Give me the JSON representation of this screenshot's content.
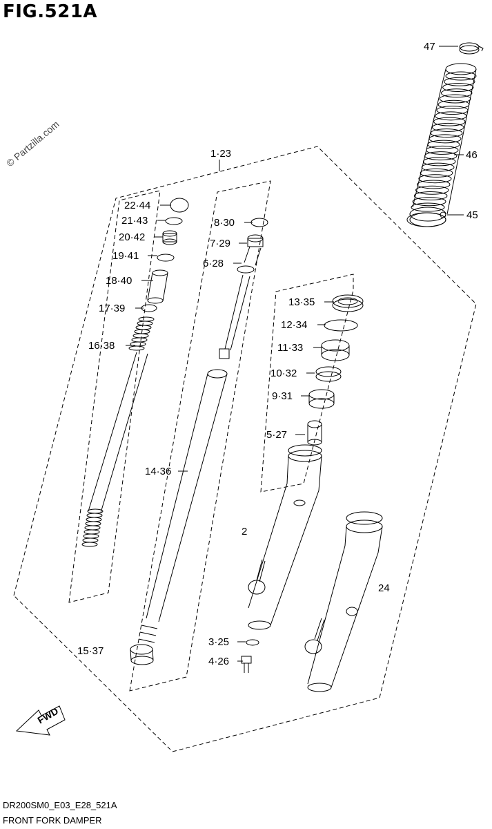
{
  "figure": {
    "title": "FIG.521A",
    "watermark": "© Partzilla.com",
    "code": "DR200SM0_E03_E28_521A",
    "caption": "FRONT FORK DAMPER",
    "fwd_label": "FWD"
  },
  "callouts": [
    {
      "id": "c47",
      "text": "47"
    },
    {
      "id": "c46",
      "text": "46"
    },
    {
      "id": "c45",
      "text": "45"
    },
    {
      "id": "c123",
      "text": "1·23"
    },
    {
      "id": "c2244",
      "text": "22·44"
    },
    {
      "id": "c2143",
      "text": "21·43"
    },
    {
      "id": "c2042",
      "text": "20·42"
    },
    {
      "id": "c1941",
      "text": "19·41"
    },
    {
      "id": "c1840",
      "text": "18·40"
    },
    {
      "id": "c1739",
      "text": "17·39"
    },
    {
      "id": "c1638",
      "text": "16·38"
    },
    {
      "id": "c830",
      "text": "8·30"
    },
    {
      "id": "c729",
      "text": "7·29"
    },
    {
      "id": "c628",
      "text": "6·28"
    },
    {
      "id": "c1335",
      "text": "13·35"
    },
    {
      "id": "c1234",
      "text": "12·34"
    },
    {
      "id": "c1133",
      "text": "11·33"
    },
    {
      "id": "c1032",
      "text": "10·32"
    },
    {
      "id": "c931",
      "text": "9·31"
    },
    {
      "id": "c527",
      "text": "5·27"
    },
    {
      "id": "c1436",
      "text": "14·36"
    },
    {
      "id": "c2",
      "text": "2"
    },
    {
      "id": "c24",
      "text": "24"
    },
    {
      "id": "c325",
      "text": "3·25"
    },
    {
      "id": "c426",
      "text": "4·26"
    },
    {
      "id": "c1537",
      "text": "15·37"
    }
  ]
}
